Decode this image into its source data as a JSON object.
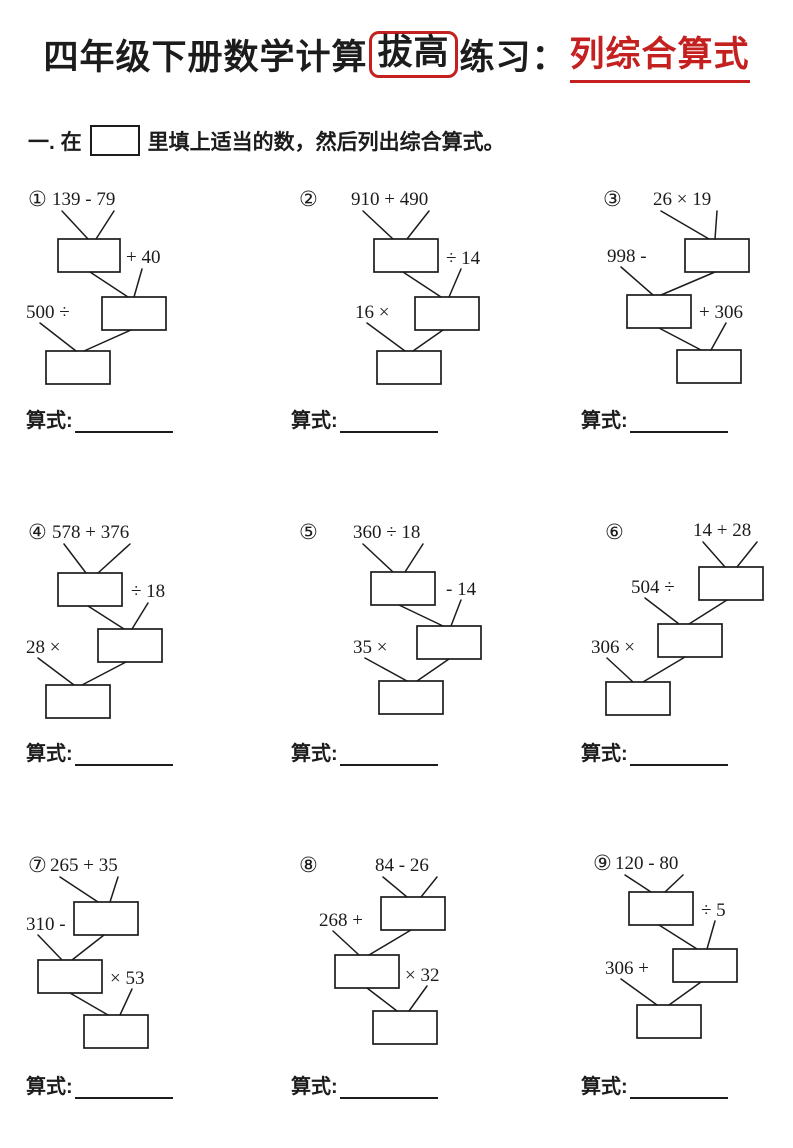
{
  "title": {
    "part1": "四年级下册数学计算",
    "boxed": "拔高",
    "part2": "练习：",
    "highlighted": "列综合算式"
  },
  "instruction": {
    "before_box": "一. 在",
    "after_box": "里填上适当的数，然后列出综合算式。"
  },
  "answer_label": "算式:",
  "colors": {
    "accent_red": "#c42020",
    "ink": "#1c1c1c"
  },
  "problems": [
    {
      "num": "①",
      "top": "139 - 79",
      "op1": "+ 40",
      "op2": "500 ÷"
    },
    {
      "num": "②",
      "top": "910 + 490",
      "op1": "÷ 14",
      "op2": "16 ×"
    },
    {
      "num": "③",
      "top": "26 × 19",
      "op1": "998 -",
      "op2": "+ 306"
    },
    {
      "num": "④",
      "top": "578 + 376",
      "op1": "÷ 18",
      "op2": "28 ×"
    },
    {
      "num": "⑤",
      "top": "360 ÷ 18",
      "op1": "- 14",
      "op2": "35 ×"
    },
    {
      "num": "⑥",
      "top": "14 + 28",
      "op1": "504 ÷",
      "op2": "306 ×"
    },
    {
      "num": "⑦",
      "top": "265 + 35",
      "op1": "310 -",
      "op2": "× 53"
    },
    {
      "num": "⑧",
      "top": "84 - 26",
      "op1": "268 +",
      "op2": "× 32"
    },
    {
      "num": "⑨",
      "top": "120 - 80",
      "op1": "÷ 5",
      "op2": "306 +"
    }
  ]
}
